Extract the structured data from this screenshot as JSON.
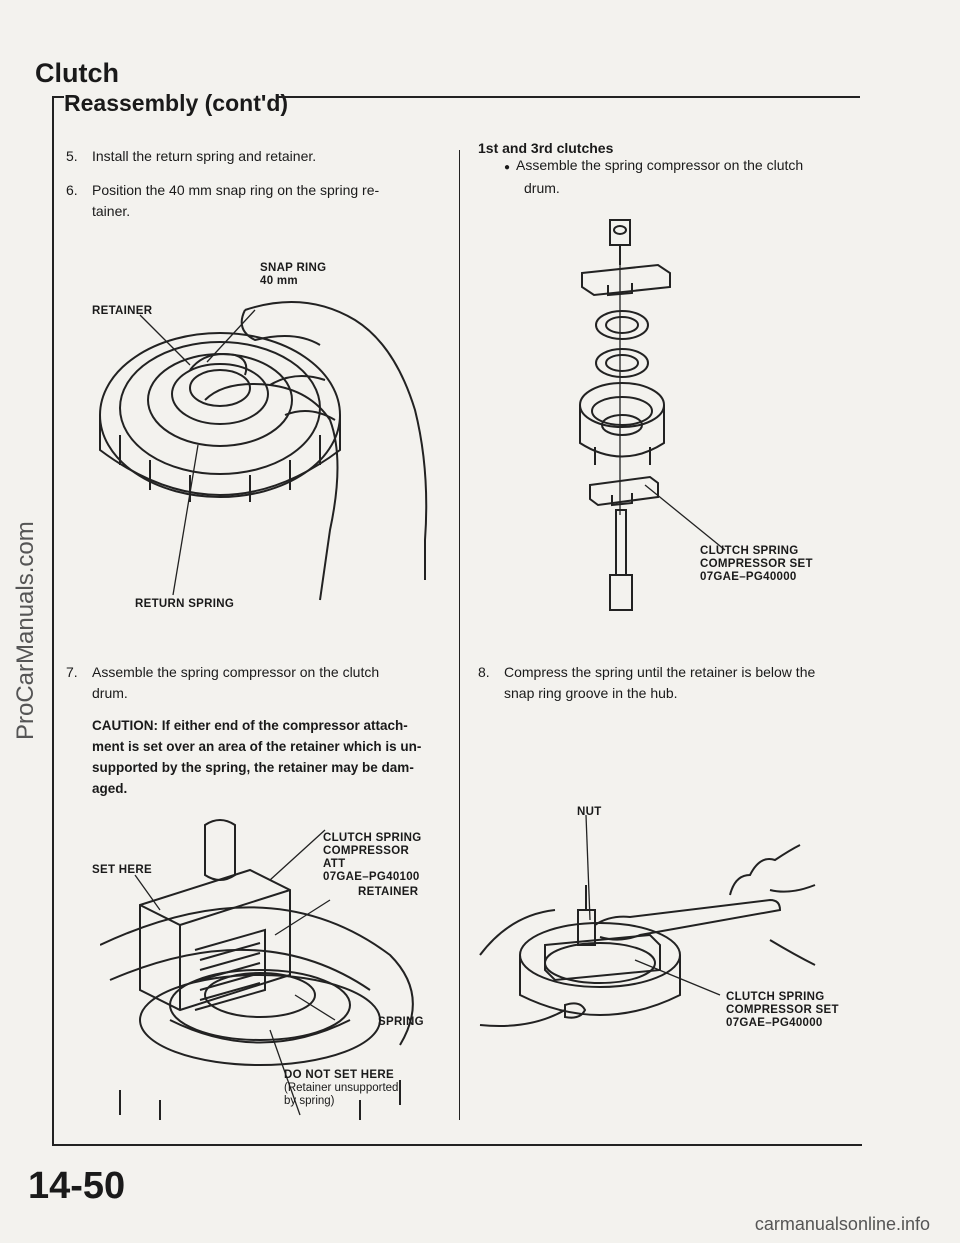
{
  "header": {
    "title": "Clutch",
    "section": "Reassembly (cont'd)"
  },
  "left": {
    "step5": {
      "num": "5.",
      "text": "Install the return spring and retainer."
    },
    "step6": {
      "num": "6.",
      "line1": "Position the 40 mm snap ring on the spring re-",
      "line2": "tainer."
    },
    "fig1": {
      "snap_ring_1": "SNAP RING",
      "snap_ring_2": "40 mm",
      "retainer": "RETAINER",
      "return_spring": "RETURN SPRING"
    },
    "step7": {
      "num": "7.",
      "line1": "Assemble the spring compressor on the clutch",
      "line2": "drum."
    },
    "caution": {
      "line1": "CAUTION:  If either end of the compressor attach-",
      "line2": "ment is set over an area of the retainer which is un-",
      "line3": "supported by the spring, the retainer may be dam-",
      "line4": "aged."
    },
    "fig2": {
      "tool_1": "CLUTCH SPRING",
      "tool_2": "COMPRESSOR",
      "tool_3": "ATT",
      "tool_4": "07GAE–PG40100",
      "set_here": "SET HERE",
      "retainer": "RETAINER",
      "spring": "SPRING",
      "do_not_1": "DO NOT SET HERE",
      "do_not_2": "(Retainer unsupported",
      "do_not_3": "by spring)"
    }
  },
  "right": {
    "heading": "1st and 3rd clutches",
    "bullet_line1": "Assemble the spring compressor on the clutch",
    "bullet_line2": "drum.",
    "fig3": {
      "l1": "CLUTCH SPRING",
      "l2": "COMPRESSOR SET",
      "l3": "07GAE–PG40000"
    },
    "step8": {
      "num": "8.",
      "line1": "Compress the spring until the retainer is below the",
      "line2": "snap ring groove in the hub."
    },
    "fig4": {
      "nut": "NUT",
      "l1": "CLUTCH SPRING",
      "l2": "COMPRESSOR SET",
      "l3": "07GAE–PG40000"
    }
  },
  "footer": {
    "page_number": "14-50",
    "watermark_left": "ProCarManuals.com",
    "watermark_bottom": "carmanualsonline.info"
  }
}
